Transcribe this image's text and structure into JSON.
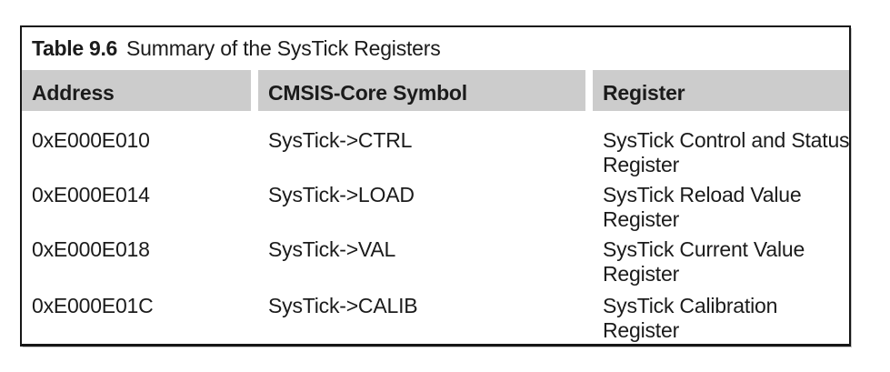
{
  "page": {
    "background": "#ffffff"
  },
  "table": {
    "caption": {
      "label": "Table 9.6",
      "title": "Summary of the SysTick Registers"
    },
    "columns": {
      "address": "Address",
      "symbol": "CMSIS-Core Symbol",
      "register": "Register"
    },
    "rows": [
      {
        "address": "0xE000E010",
        "symbol": "SysTick->CTRL",
        "register": "SysTick Control and Status Register",
        "register_lines": [
          "SysTick Control and Status",
          "Register"
        ]
      },
      {
        "address": "0xE000E014",
        "symbol": "SysTick->LOAD",
        "register": "SysTick Reload Value Register",
        "register_lines": [
          "SysTick Reload Value",
          "Register"
        ]
      },
      {
        "address": "0xE000E018",
        "symbol": "SysTick->VAL",
        "register": "SysTick Current Value Register",
        "register_lines": [
          "SysTick Current Value",
          "Register"
        ]
      },
      {
        "address": "0xE000E01C",
        "symbol": "SysTick->CALIB",
        "register": "SysTick Calibration Register",
        "register_lines": [
          "SysTick Calibration",
          "Register"
        ]
      }
    ],
    "colors": {
      "header_bg": "#cccccc",
      "border": "#161616",
      "text": "#1b1b1b",
      "page_bg": "#ffffff"
    }
  }
}
